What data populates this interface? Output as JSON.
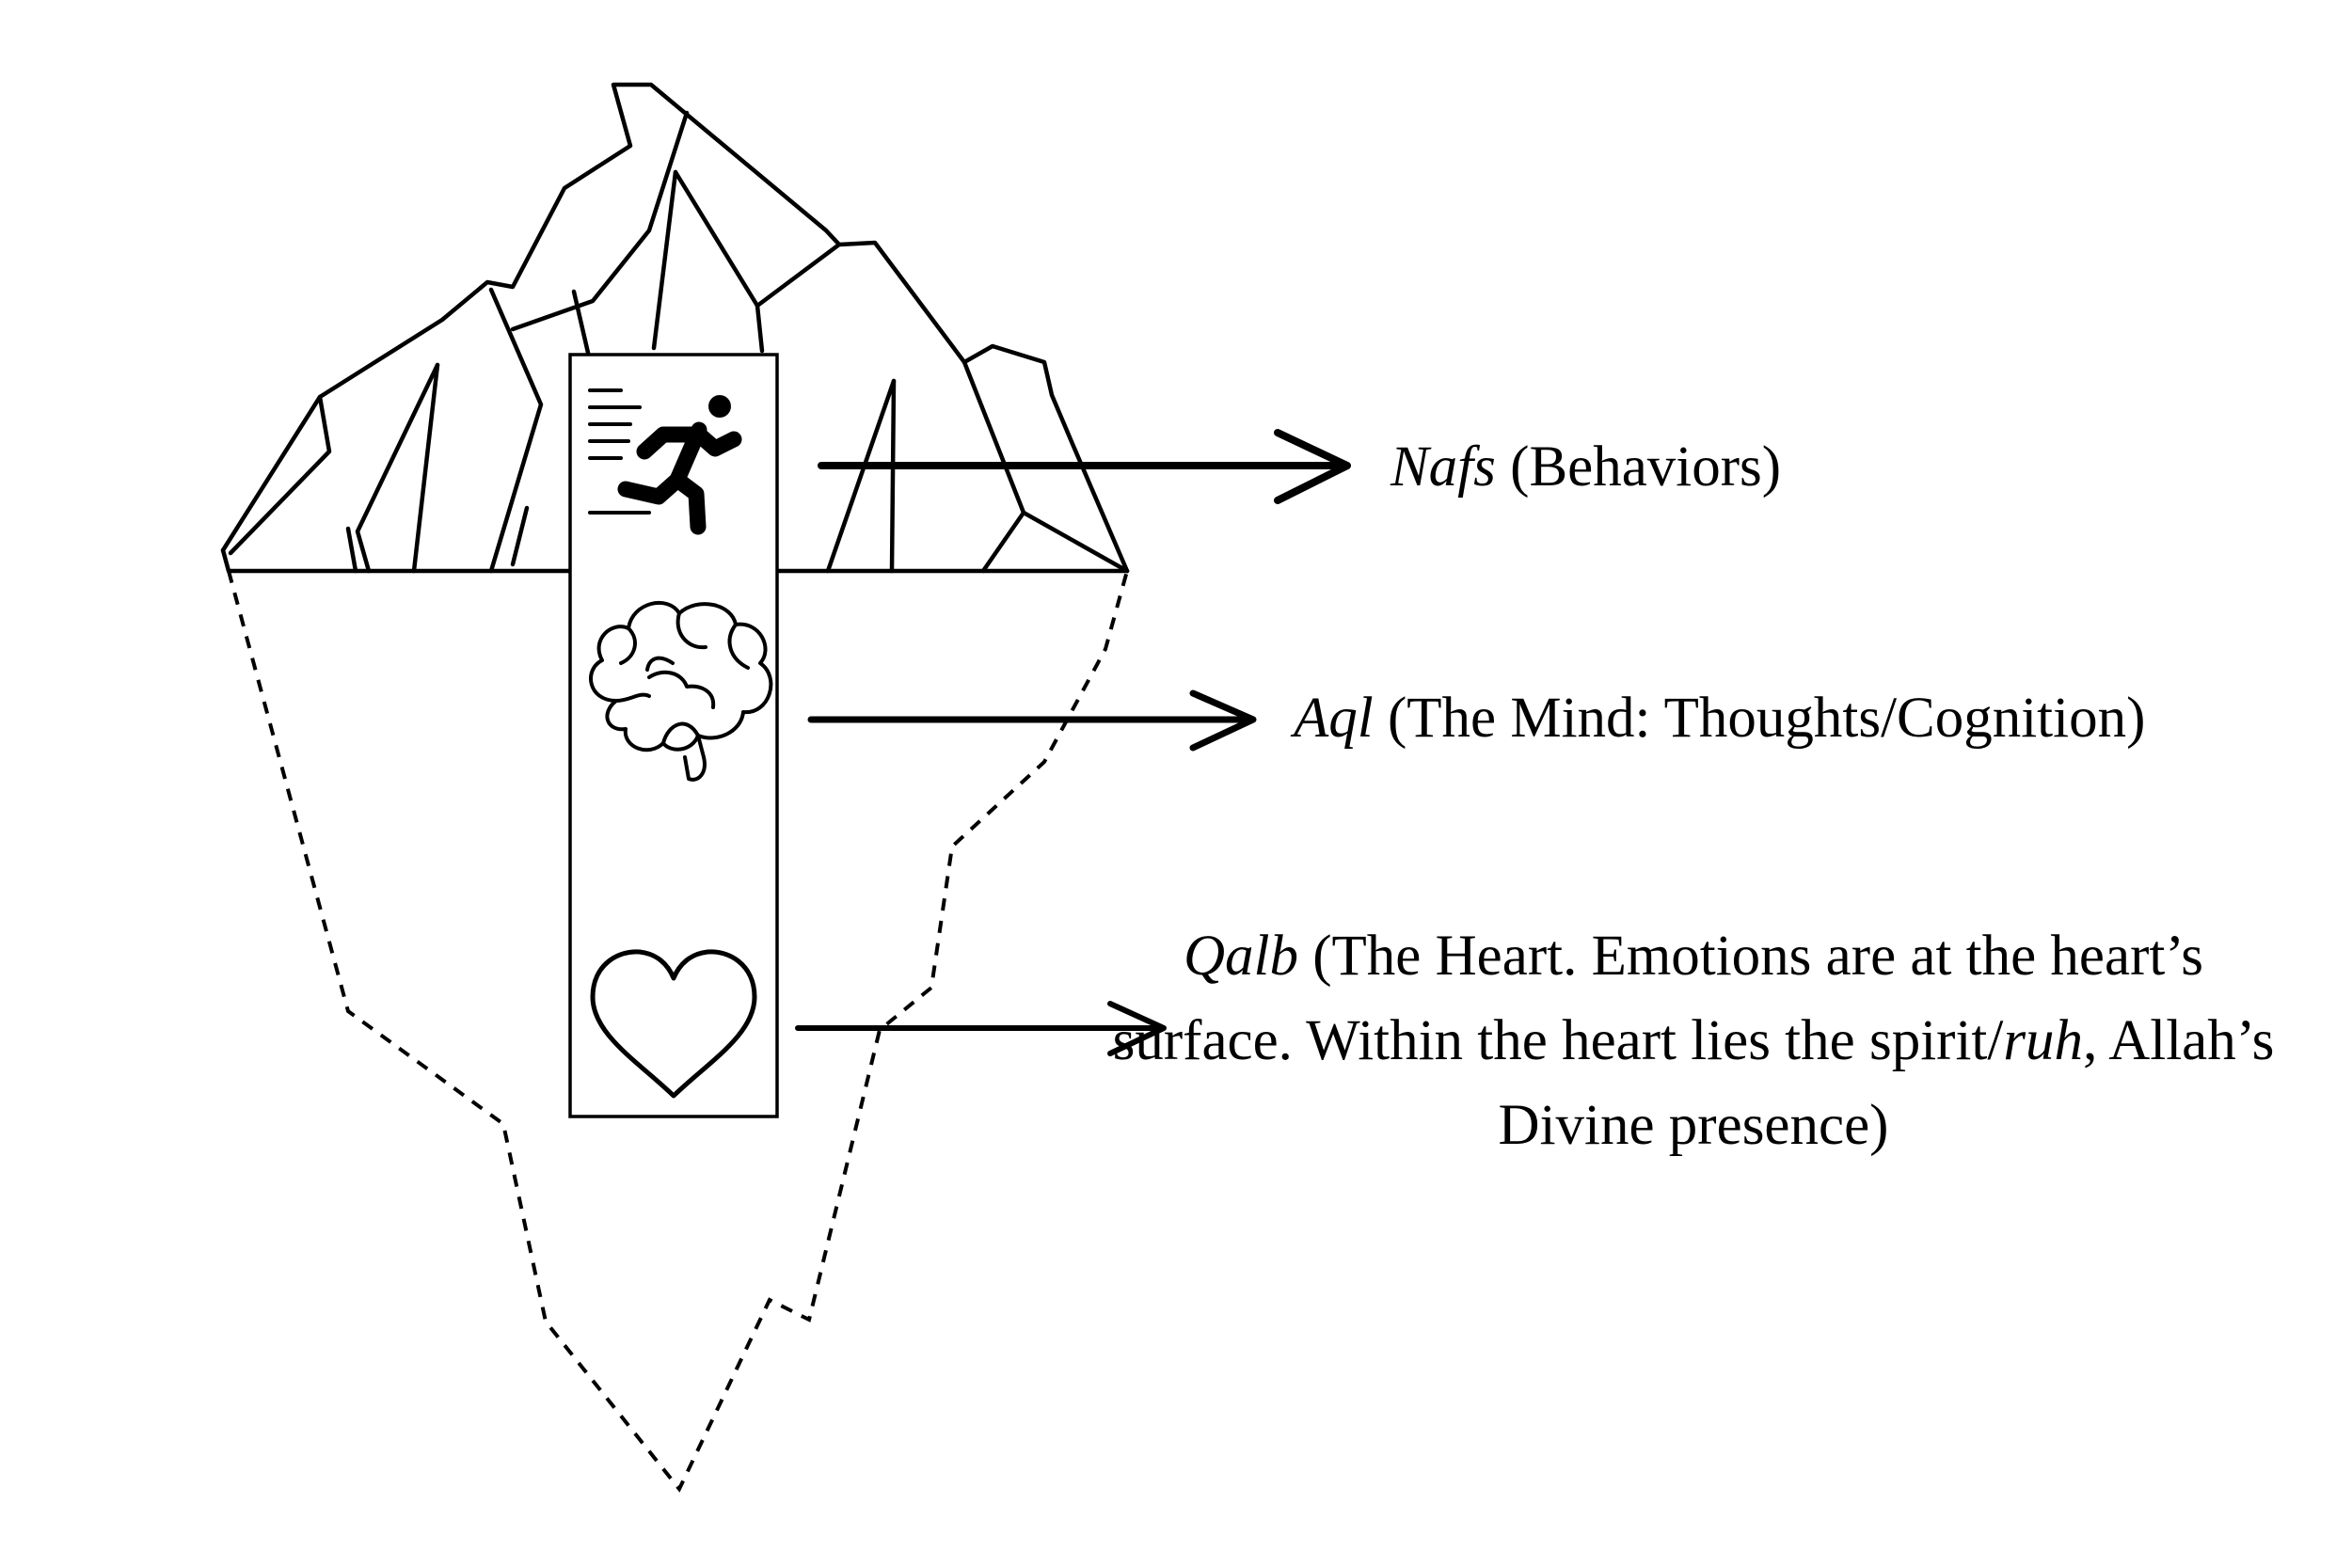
{
  "labels": {
    "nafs": {
      "term": "Nafs",
      "desc": " (Behaviors)"
    },
    "aql": {
      "term": "Aql",
      "desc": " (The Mind: Thoughts/Cognition)"
    },
    "qalb": {
      "term": "Qalb",
      "desc_1": " (The Heart. Emotions are at the heart’s surface. Within the heart lies the spirit/",
      "ruh": "ruh",
      "desc_2": ", Allah’s Divine presence)"
    }
  },
  "icons": {
    "behavior": "running-person-icon",
    "mind": "brain-icon",
    "heart": "heart-icon"
  },
  "colors": {
    "stroke": "#000000",
    "background": "#ffffff"
  }
}
